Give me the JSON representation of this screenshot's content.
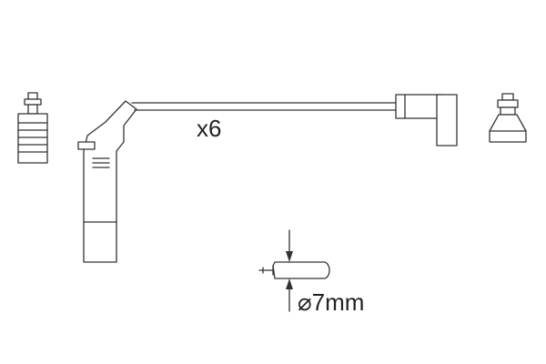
{
  "diagram": {
    "quantity_label": "x6",
    "diameter_value": "7mm",
    "diameter_symbol": "⌀",
    "parts": [
      "spark-plug-terminal-left",
      "plug-boot-straight",
      "ignition-cable",
      "coil-boot-angled",
      "coil-terminal-right",
      "cable-cross-section"
    ],
    "colors": {
      "line": "#333333",
      "background": "#ffffff"
    }
  }
}
